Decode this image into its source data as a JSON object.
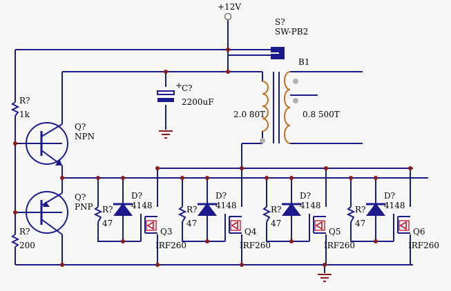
{
  "supply": {
    "label": "+12V"
  },
  "switch": {
    "ref": "S?",
    "value": "SW-PB2"
  },
  "transformer": {
    "ref": "B1",
    "primary": "2.0 80T",
    "secondary": "0.8 500T"
  },
  "capacitor": {
    "ref": "C?",
    "value": "2200uF"
  },
  "resistors": [
    {
      "ref": "R?",
      "value": "1k"
    },
    {
      "ref": "R?",
      "value": "200"
    }
  ],
  "transistors": [
    {
      "ref": "Q?",
      "type": "NPN"
    },
    {
      "ref": "Q?",
      "type": "PNP"
    }
  ],
  "stages": [
    {
      "res_ref": "R?",
      "res_value": "47",
      "diode_ref": "D?",
      "diode_value": "4148",
      "q_ref": "Q3",
      "q_value": "IRF260"
    },
    {
      "res_ref": "R?",
      "res_value": "47",
      "diode_ref": "D?",
      "diode_value": "4148",
      "q_ref": "Q4",
      "q_value": "IRF260"
    },
    {
      "res_ref": "R?",
      "res_value": "47",
      "diode_ref": "D?",
      "diode_value": "4148",
      "q_ref": "Q5",
      "q_value": "IRF260"
    },
    {
      "res_ref": "R?",
      "res_value": "47",
      "diode_ref": "D?",
      "diode_value": "4148",
      "q_ref": "Q6",
      "q_value": "IRF260"
    }
  ]
}
